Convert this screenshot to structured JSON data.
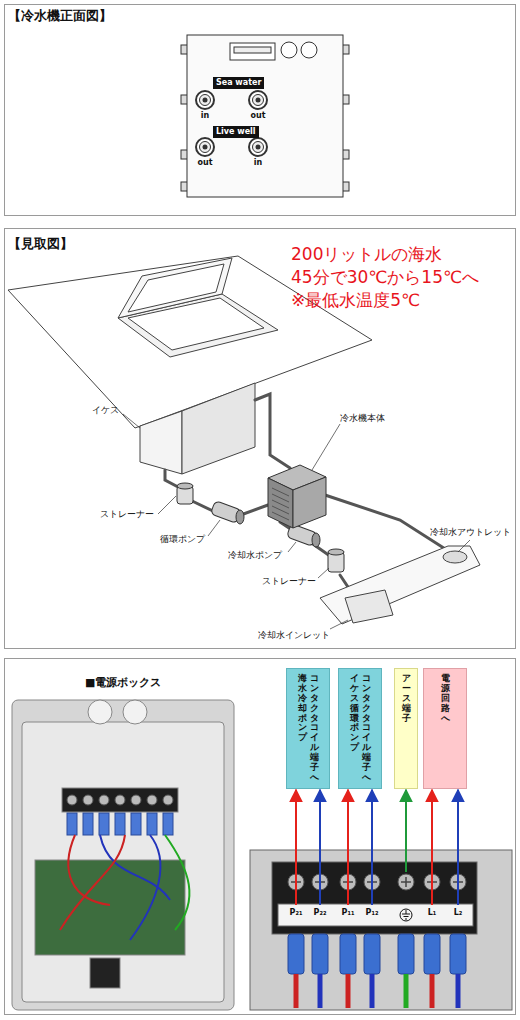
{
  "diagram": {
    "nodes": [
      {
        "text": [
          "海水冷却ポンプ",
          "コンタクタコイル端子へ"
        ]
      },
      {
        "text": [
          "イケス循環ポンプ",
          "コンタクタコイル端子へ"
        ]
      },
      {
        "text": [
          "アース端子"
        ]
      },
      {
        "text": [
          "電源回路へ"
        ]
      },
      {
        "text": [
          "P₂₁"
        ]
      },
      {
        "text": [
          "P₂₂"
        ]
      },
      {
        "text": [
          "P₁₁"
        ]
      },
      {
        "text": [
          "P₁₂"
        ]
      },
      {
        "text": [
          "L₁"
        ]
      },
      {
        "text": [
          "L₂"
        ]
      }
    ],
    "edges": [
      {
        "from": 4,
        "to": 0,
        "arrow": "to"
      },
      {
        "from": 5,
        "to": 0,
        "arrow": "to"
      },
      {
        "from": 6,
        "to": 1,
        "arrow": "to"
      },
      {
        "from": 7,
        "to": 1,
        "arrow": "to"
      },
      {
        "from": 8,
        "to": 3,
        "arrow": "to"
      },
      {
        "from": 9,
        "to": 3,
        "arrow": "to"
      }
    ],
    "labels": [
      "【冷水機正面図】",
      "Sea water",
      "in",
      "out",
      "Live well",
      "out",
      "in",
      "【見取図】",
      "200リットルの海水",
      "45分で30℃から15℃へ",
      "※最低水温度5℃",
      "イケス",
      "ストレーナー",
      "循環ポンプ",
      "冷水機本体",
      "冷却水ポンプ",
      "冷却水アウトレット",
      "ストレーナー",
      "冷却水インレット",
      "■電源ボックス"
    ]
  }
}
